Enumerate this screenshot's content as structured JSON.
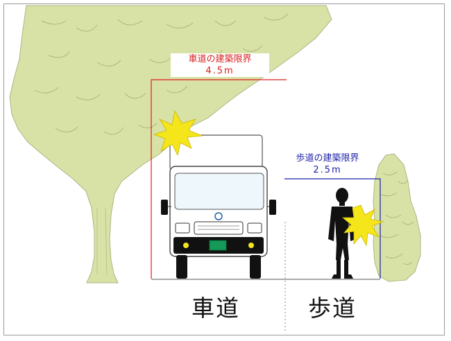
{
  "roadway": {
    "clearance_title": "車道の建築限界",
    "clearance_height": "4.5m",
    "label": "車道",
    "color": "#d81e1e"
  },
  "sidewalk": {
    "clearance_title": "歩道の建築限界",
    "clearance_height": "2.5m",
    "label": "歩道",
    "color": "#1d1fa8"
  },
  "colors": {
    "foliage": "#d9e2a6",
    "foliage_line": "#a9b681",
    "impact": "#f5e61c",
    "plate": "#159a57",
    "person": "#111111"
  }
}
